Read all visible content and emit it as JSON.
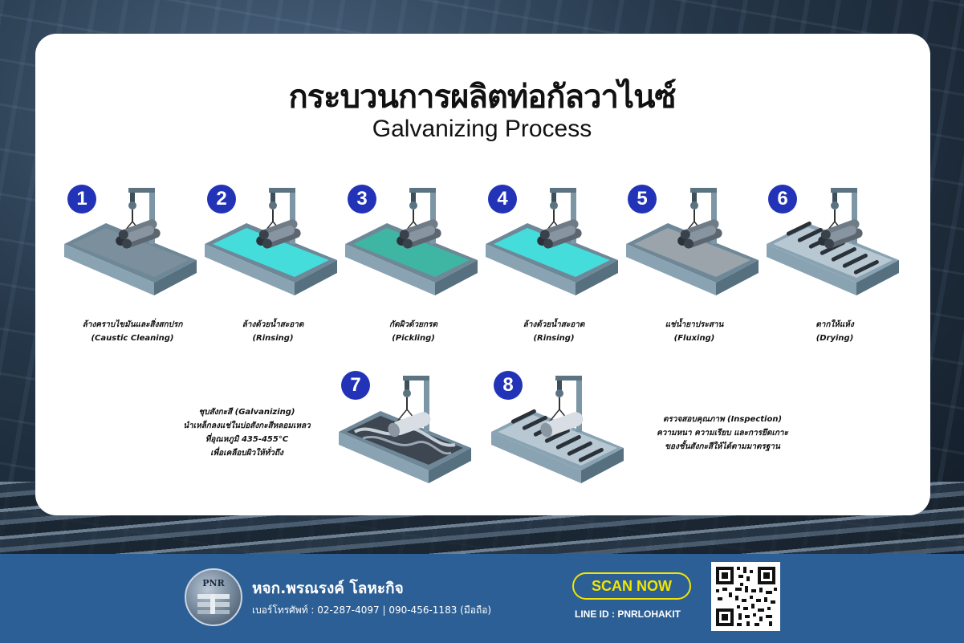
{
  "title_th": "กระบวนการผลิตท่อกัลวาไนซ์",
  "title_en": "Galvanizing Process",
  "steps": [
    {
      "number": "1",
      "caption_th": "ล้างคราบไขมันและสิ่งสกปรก",
      "caption_en": "(Caustic Cleaning)",
      "liquid_color": "#7b8f9c"
    },
    {
      "number": "2",
      "caption_th": "ล้างด้วยน้ำสะอาด",
      "caption_en": "(Rinsing)",
      "liquid_color": "#45dcdc"
    },
    {
      "number": "3",
      "caption_th": "กัดผิวด้วยกรด",
      "caption_en": "(Pickling)",
      "liquid_color": "#3fb5a3"
    },
    {
      "number": "4",
      "caption_th": "ล้างด้วยน้ำสะอาด",
      "caption_en": "(Rinsing)",
      "liquid_color": "#45dcdc"
    },
    {
      "number": "5",
      "caption_th": "แช่น้ำยาประสาน",
      "caption_en": "(Fluxing)",
      "liquid_color": "#9aa4aa"
    },
    {
      "number": "6",
      "caption_th": "ตากให้แห้ง",
      "caption_en": "(Drying)",
      "liquid_color": "rollers"
    },
    {
      "number": "7",
      "liquid_color": "molten-zinc"
    },
    {
      "number": "8",
      "liquid_color": "rollers"
    }
  ],
  "step7_note": [
    "ชุบสังกะสี (Galvanizing)",
    "นำเหล็กลงแช่ในบ่อสังกะสีหลอมเหลว",
    "ที่อุณหภูมิ 435-455°C",
    "เพื่อเคลือบผิวให้ทั่วถึง"
  ],
  "step8_note": [
    "ตรวจสอบคุณภาพ (Inspection)",
    "ความหนา ความเรียบ และการยึดเกาะ",
    "ของชั้นสังกะสีให้ได้ตามมาตรฐาน"
  ],
  "footer": {
    "logo_text": "PNR",
    "company": "หจก.พรณรงค์ โลหะกิจ",
    "phone": "เบอร์โทรศัพท์ : 02-287-4097 | 090-456-1183 (มือถือ)",
    "scan_label": "SCAN NOW",
    "line_id": "LINE ID : PNRLOHAKIT"
  },
  "colors": {
    "step_badge": "#2233b8",
    "footer_bg": "#2c5f95",
    "scan_accent": "#f2e600",
    "tank": "#7f99aa"
  }
}
